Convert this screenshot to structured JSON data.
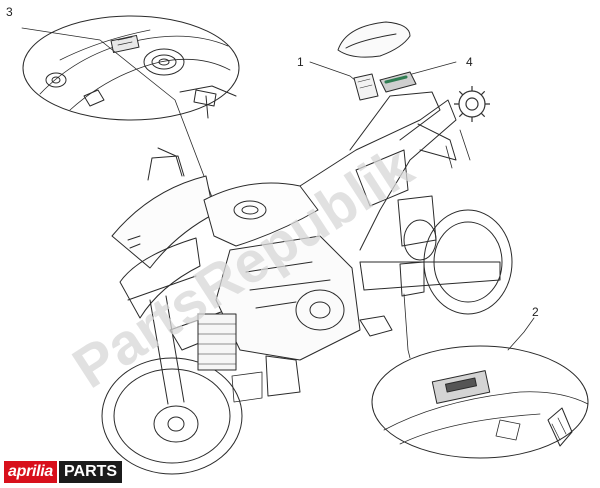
{
  "callouts": {
    "c1": "1",
    "c2": "2",
    "c3": "3",
    "c4": "4"
  },
  "watermark": "PartsRepublik",
  "logo": {
    "brand": "aprilia",
    "parts": "PARTS",
    "brand_color": "#d8101c",
    "parts_color": "#1b1b1b"
  },
  "icons": [
    "gear-icon",
    "motorcycle-drawing",
    "decal-icon",
    "seat-icon"
  ]
}
